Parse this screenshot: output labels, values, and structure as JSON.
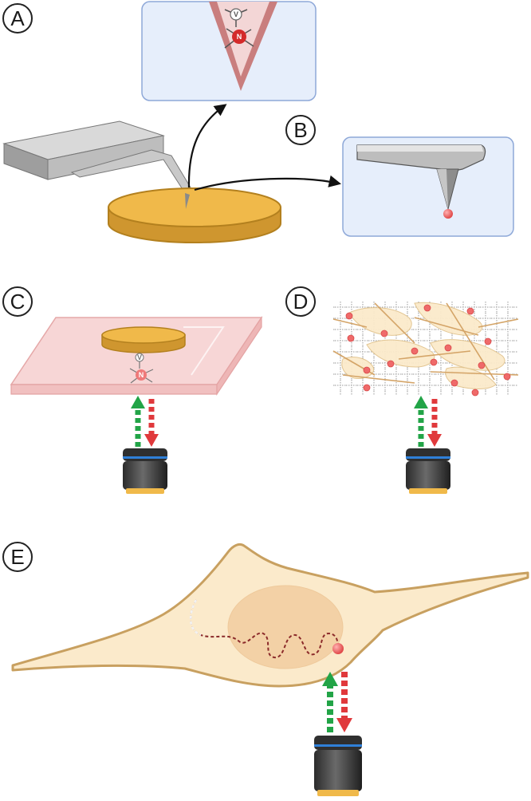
{
  "panels": {
    "a": "A",
    "b": "B",
    "c": "C",
    "d": "D",
    "e": "E"
  },
  "atoms": {
    "nitrogen": "N",
    "vacancy": "V"
  },
  "colors": {
    "diamond_gold": "#f0b94a",
    "diamond_edge": "#b3801e",
    "tip_pink": "#dc9a9a",
    "slide_pink": "#f7d4d4",
    "cell_fill": "#fbeacb",
    "cell_edge": "#c8a060",
    "nucleus": "#efc28f",
    "nd_red": "#e05050",
    "excite_green": "#22a447",
    "emit_red": "#e0393c",
    "inset_bg": "#e6eefb",
    "inset_border": "#8ea8d8"
  }
}
